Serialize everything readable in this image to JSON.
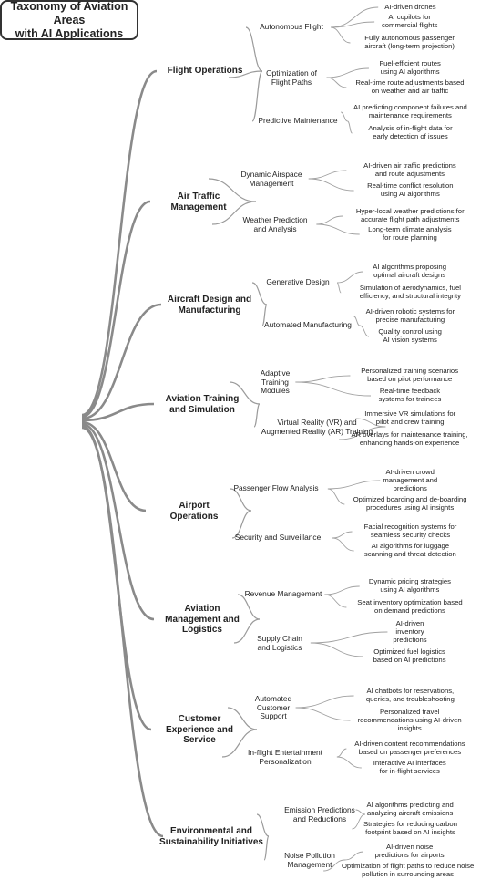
{
  "root": {
    "title": "Taxonomy of Aviation Areas\nwith AI Applications"
  },
  "categories": [
    {
      "label": "Flight Operations",
      "subs": [
        {
          "label": "Autonomous Flight",
          "leaves": [
            "AI-driven drones",
            "AI copilots for\ncommercial flights",
            "Fully autonomous passenger\naircraft (long-term projection)"
          ]
        },
        {
          "label": "Optimization of\nFlight Paths",
          "leaves": [
            "Fuel-efficient routes\nusing AI algorithms",
            "Real-time route adjustments based\non weather and air traffic"
          ]
        },
        {
          "label": "Predictive Maintenance",
          "leaves": [
            "AI predicting component failures and\nmaintenance requirements",
            "Analysis of in-flight data for\nearly detection of issues"
          ]
        }
      ]
    },
    {
      "label": "Air Traffic\nManagement",
      "subs": [
        {
          "label": "Dynamic Airspace\nManagement",
          "leaves": [
            "AI-driven air traffic predictions\nand route adjustments",
            "Real-time conflict resolution\nusing AI algorithms"
          ]
        },
        {
          "label": "Weather Prediction\nand Analysis",
          "leaves": [
            "Hyper-local weather predictions for\naccurate flight path adjustments",
            "Long-term climate analysis\nfor route planning"
          ]
        }
      ]
    },
    {
      "label": "Aircraft Design and\nManufacturing",
      "subs": [
        {
          "label": "Generative Design",
          "leaves": [
            "AI algorithms proposing\noptimal aircraft designs",
            "Simulation of aerodynamics, fuel\nefficiency, and structural integrity"
          ]
        },
        {
          "label": "Automated Manufacturing",
          "leaves": [
            "AI-driven robotic systems for\nprecise manufacturing",
            "Quality control using\nAI vision systems"
          ]
        }
      ]
    },
    {
      "label": "Aviation Training\nand Simulation",
      "subs": [
        {
          "label": "Adaptive\nTraining\nModules",
          "leaves": [
            "Personalized training scenarios\nbased on pilot performance",
            "Real-time feedback\nsystems for trainees"
          ]
        },
        {
          "label": "Virtual Reality (VR) and\nAugmented Reality (AR) Training",
          "leaves": [
            "Immersive VR simulations for\npilot and crew training",
            "AR overlays for maintenance training,\nenhancing hands-on experience"
          ]
        }
      ]
    },
    {
      "label": "Airport\nOperations",
      "subs": [
        {
          "label": "Passenger Flow Analysis",
          "leaves": [
            "AI-driven crowd\nmanagement and\npredictions",
            "Optimized boarding and de-boarding\nprocedures using AI insights"
          ]
        },
        {
          "label": "Security and Surveillance",
          "leaves": [
            "Facial recognition systems for\nseamless security checks",
            "AI algorithms for luggage\nscanning and threat detection"
          ]
        }
      ]
    },
    {
      "label": "Aviation\nManagement and\nLogistics",
      "subs": [
        {
          "label": "Revenue Management",
          "leaves": [
            "Dynamic pricing strategies\nusing AI algorithms",
            "Seat inventory optimization based\non demand predictions"
          ]
        },
        {
          "label": "Supply Chain\nand Logistics",
          "leaves": [
            "AI-driven\ninventory\npredictions",
            "Optimized fuel logistics\nbased on AI predictions"
          ]
        }
      ]
    },
    {
      "label": "Customer\nExperience and\nService",
      "subs": [
        {
          "label": "Automated\nCustomer\nSupport",
          "leaves": [
            "AI chatbots for reservations,\nqueries, and troubleshooting",
            "Personalized travel\nrecommendations using AI-driven\ninsights"
          ]
        },
        {
          "label": "In-flight Entertainment\nPersonalization",
          "leaves": [
            "AI-driven content recommendations\nbased on passenger preferences",
            "Interactive AI interfaces\nfor in-flight services"
          ]
        }
      ]
    },
    {
      "label": "Environmental and\nSustainability Initiatives",
      "subs": [
        {
          "label": "Emission Predictions\nand Reductions",
          "leaves": [
            "AI algorithms predicting and\nanalyzing aircraft emissions",
            "Strategies for reducing carbon\nfootprint based on AI insights"
          ]
        },
        {
          "label": "Noise Pollution\nManagement",
          "leaves": [
            "AI-driven noise\npredictions for airports",
            "Optimization of flight paths to reduce noise\npollution in surrounding areas"
          ]
        }
      ]
    }
  ]
}
